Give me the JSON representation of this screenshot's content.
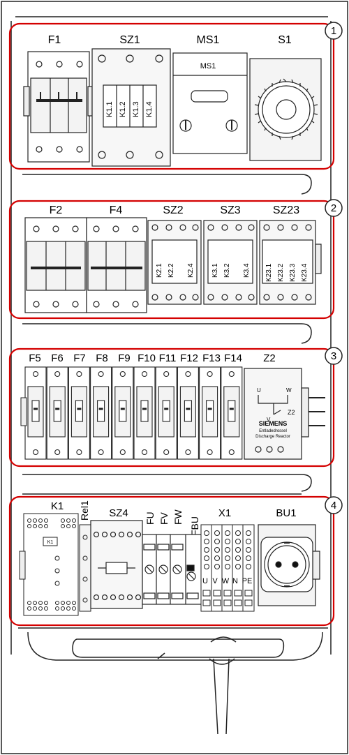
{
  "colors": {
    "outline": "#d40000",
    "line": "#222222",
    "panel": "#f2f2f2",
    "background": "#ffffff"
  },
  "sections": [
    {
      "number": "1",
      "labels": [
        "F1",
        "SZ1",
        "MS1",
        "S1"
      ],
      "contactor_terms": [
        "K1.1",
        "K1.2",
        "K1.3",
        "K1.4"
      ],
      "switch_label": "MS1"
    },
    {
      "number": "2",
      "labels": [
        "F2",
        "F4",
        "SZ2",
        "SZ3",
        "SZ23"
      ],
      "sz2_terms": [
        "K2.1",
        "K2.2",
        "K2.4"
      ],
      "sz3_terms": [
        "K3.1",
        "K3.2",
        "K3.4"
      ],
      "sz23_terms": [
        "K23.1",
        "K23.2",
        "K23.3",
        "K23.4"
      ]
    },
    {
      "number": "3",
      "labels": [
        "F5",
        "F6",
        "F7",
        "F8",
        "F9",
        "F10",
        "F11",
        "F12",
        "F13",
        "F14",
        "Z2"
      ],
      "reactor_brand": "SIEMENS",
      "reactor_text_1": "Entladedrossel",
      "reactor_text_2": "Discharge Reactor",
      "reactor_u": "U",
      "reactor_w": "W",
      "reactor_v": "V",
      "reactor_tag": "Z2"
    },
    {
      "number": "4",
      "labels": [
        "K1",
        "Rel1",
        "SZ4",
        "FU",
        "FV",
        "FW",
        "FBU",
        "X1",
        "BU1"
      ],
      "terminal_letters": [
        "U",
        "V",
        "W",
        "N",
        "PE"
      ],
      "k1_inner": "K1"
    }
  ]
}
